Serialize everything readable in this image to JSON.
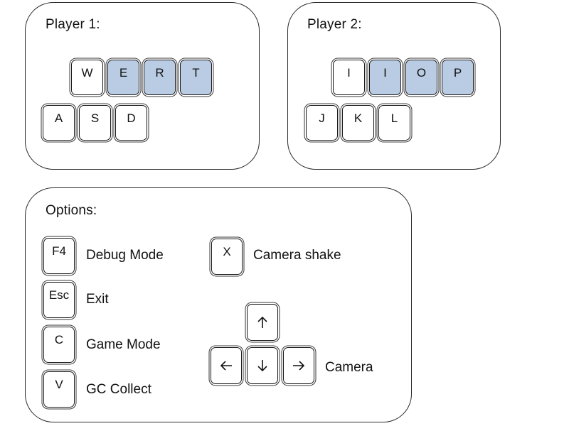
{
  "player1": {
    "title": "Player 1:",
    "row1": [
      {
        "label": "W",
        "highlighted": false
      },
      {
        "label": "E",
        "highlighted": true
      },
      {
        "label": "R",
        "highlighted": true
      },
      {
        "label": "T",
        "highlighted": true
      }
    ],
    "row2": [
      {
        "label": "A",
        "highlighted": false
      },
      {
        "label": "S",
        "highlighted": false
      },
      {
        "label": "D",
        "highlighted": false
      }
    ]
  },
  "player2": {
    "title": "Player 2:",
    "row1": [
      {
        "label": "I",
        "highlighted": false
      },
      {
        "label": "I",
        "highlighted": true
      },
      {
        "label": "O",
        "highlighted": true
      },
      {
        "label": "P",
        "highlighted": true
      }
    ],
    "row2": [
      {
        "label": "J",
        "highlighted": false
      },
      {
        "label": "K",
        "highlighted": false
      },
      {
        "label": "L",
        "highlighted": false
      }
    ]
  },
  "options": {
    "title": "Options:",
    "items": [
      {
        "key": "F4",
        "label": "Debug Mode"
      },
      {
        "key": "Esc",
        "label": "Exit"
      },
      {
        "key": "C",
        "label": "Game Mode"
      },
      {
        "key": "V",
        "label": "GC Collect"
      }
    ],
    "camera_shake": {
      "key": "X",
      "label": "Camera shake"
    },
    "camera": {
      "label": "Camera",
      "arrow_icons": [
        "arrow-up-icon",
        "arrow-left-icon",
        "arrow-down-icon",
        "arrow-right-icon"
      ]
    }
  },
  "colors": {
    "highlight": "#b9cce4",
    "border": "#1a1a1a"
  }
}
